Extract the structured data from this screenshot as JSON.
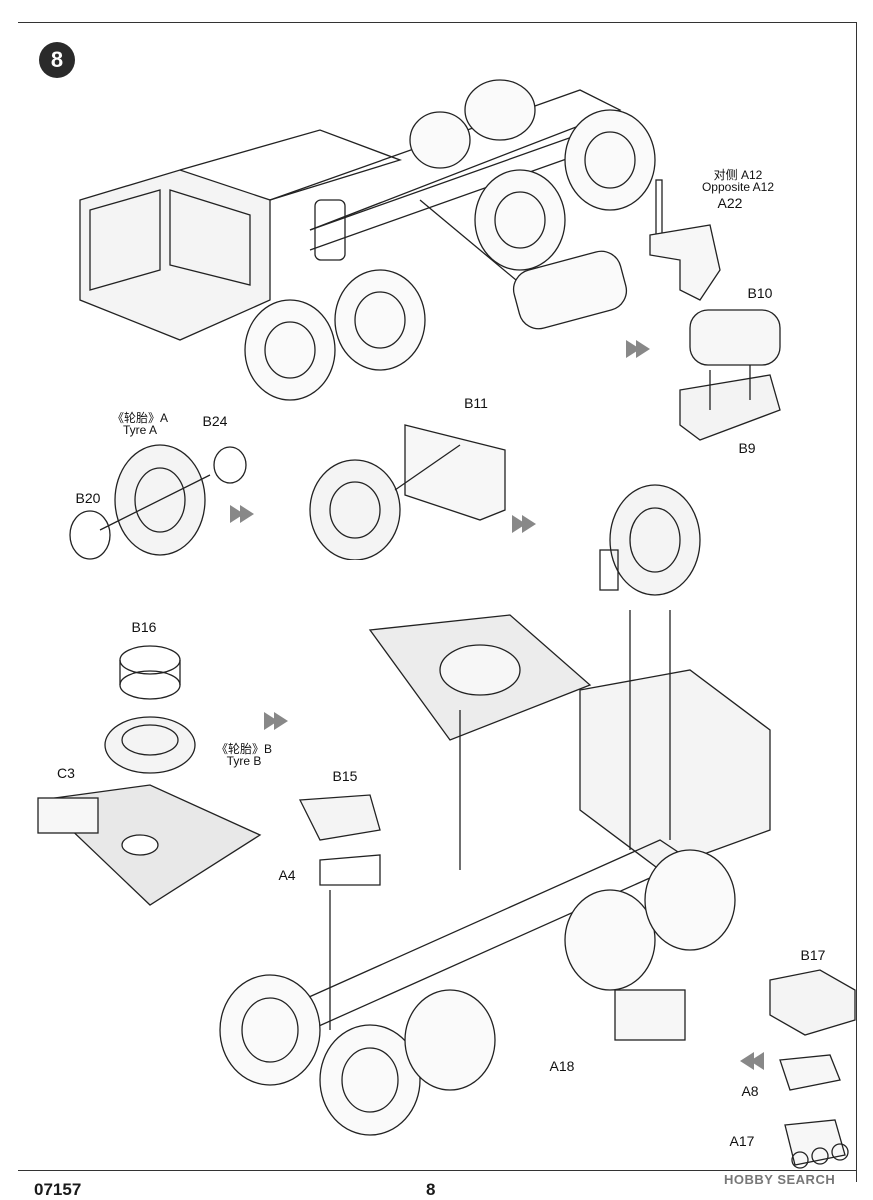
{
  "step": {
    "number": "8"
  },
  "callouts": {
    "a12_cn": "对侧 A12",
    "a12_en": "Opposite A12",
    "a22": "A22",
    "b10": "B10",
    "b9": "B9",
    "tyre_a_cn": "《轮胎》A",
    "tyre_a_en": "Tyre A",
    "b24": "B24",
    "b20": "B20",
    "b11": "B11",
    "b16": "B16",
    "tyre_b_cn": "《轮胎》B",
    "tyre_b_en": "Tyre B",
    "c3": "C3",
    "b15": "B15",
    "a4": "A4",
    "a18": "A18",
    "b17": "B17",
    "a8": "A8",
    "a17": "A17"
  },
  "footer": {
    "code": "07157",
    "page": "8",
    "watermark": "HOBBY SEARCH"
  },
  "colors": {
    "line": "#222222",
    "badge": "#2a2a2a",
    "arrow": "#888888"
  }
}
